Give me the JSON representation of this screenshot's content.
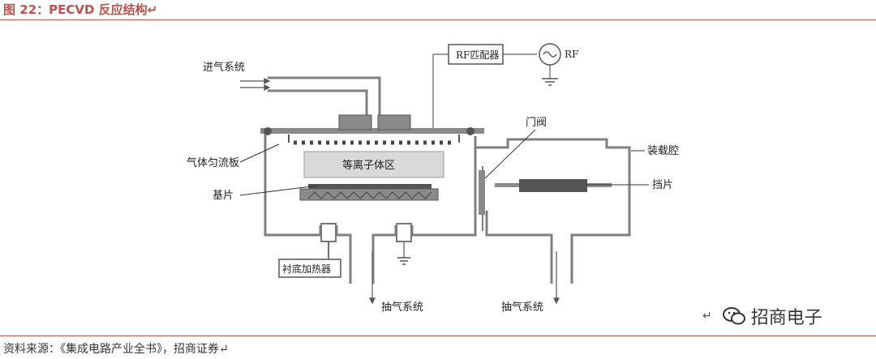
{
  "figure_title": "图 22：PECVD 反应结构↵",
  "source": "资料来源：《集成电路产业全书》，招商证券↵",
  "watermark": {
    "return_mark": "↵",
    "text": "招商电子",
    "icon": "wechat-icon"
  },
  "labels": {
    "gas_inlet": "进气系统",
    "rf_match": "RF匹配器",
    "rf": "RF",
    "gate_valve": "门阀",
    "load_lock": "装载腔",
    "showerhead": "气体匀流板",
    "plasma": "等离子体区",
    "substrate": "基片",
    "shutter": "挡片",
    "heater": "衬底加热器",
    "exhaust_left": "抽气系统",
    "exhaust_right": "抽气系统"
  },
  "colors": {
    "accent": "#c0504d",
    "line": "#7f7f7f",
    "block": "#8a8a8a",
    "plasma": "#d9d9d9"
  }
}
